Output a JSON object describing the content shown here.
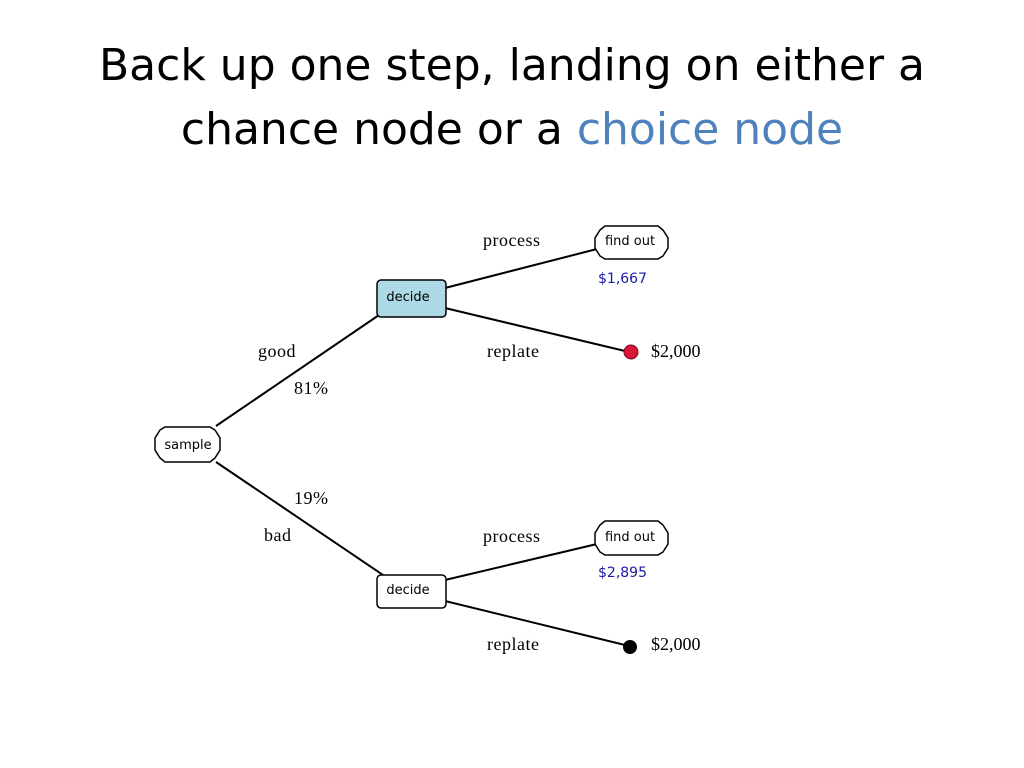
{
  "title": {
    "line1": "Back up one step, landing on either a",
    "line2_plain": "chance node or a",
    "line2_accent": "choice node"
  },
  "colors": {
    "accent": "#4f81bd",
    "highlight_fill": "#add8e6",
    "value_blue": "#1a1aa6",
    "terminal_red": "#d8163a",
    "terminal_black": "#000000"
  },
  "tree": {
    "root": {
      "label": "sample",
      "type": "chance"
    },
    "branches": [
      {
        "branch_label": "good",
        "probability": "81%",
        "decision": {
          "label": "decide",
          "highlighted": true,
          "options": [
            {
              "label": "process",
              "child": "find out",
              "value": "$1,667"
            },
            {
              "label": "replate",
              "terminal": "$2,000",
              "marker": "red"
            }
          ]
        }
      },
      {
        "branch_label": "bad",
        "probability": "19%",
        "decision": {
          "label": "decide",
          "highlighted": false,
          "options": [
            {
              "label": "process",
              "child": "find out",
              "value": "$2,895"
            },
            {
              "label": "replate",
              "terminal": "$2,000",
              "marker": "black"
            }
          ]
        }
      }
    ]
  }
}
